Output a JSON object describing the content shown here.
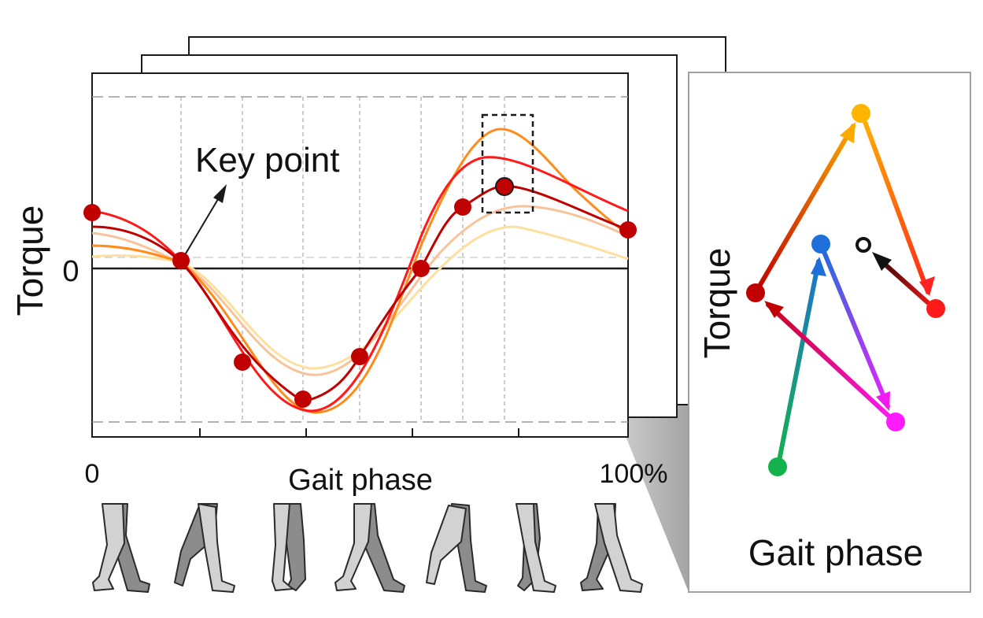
{
  "left_panel": {
    "y_axis_label": "Torque",
    "zero_label": "0",
    "x_axis_label": "Gait phase",
    "x_start_label": "0",
    "x_end_label": "100%",
    "annotation": "Key point"
  },
  "right_panel": {
    "y_axis_label": "Torque",
    "x_axis_label": "Gait phase"
  },
  "colors": {
    "curve_primary": "#c00000",
    "curve_red": "#ff1a1a",
    "curve_orange": "#ff8c1a",
    "curve_peach": "#f8c39a",
    "curve_pale": "#fde0a0",
    "keypoint": "#c00000",
    "node_yellow": "#ffb400",
    "node_red": "#ff1a1a",
    "node_blue": "#1e6fd9",
    "node_magenta": "#ff1aff",
    "node_green": "#14b24b"
  },
  "leg_pose_icons": [
    "leg-pose-icon",
    "leg-pose-icon",
    "leg-pose-icon",
    "leg-pose-icon",
    "leg-pose-icon",
    "leg-pose-icon",
    "leg-pose-icon"
  ]
}
